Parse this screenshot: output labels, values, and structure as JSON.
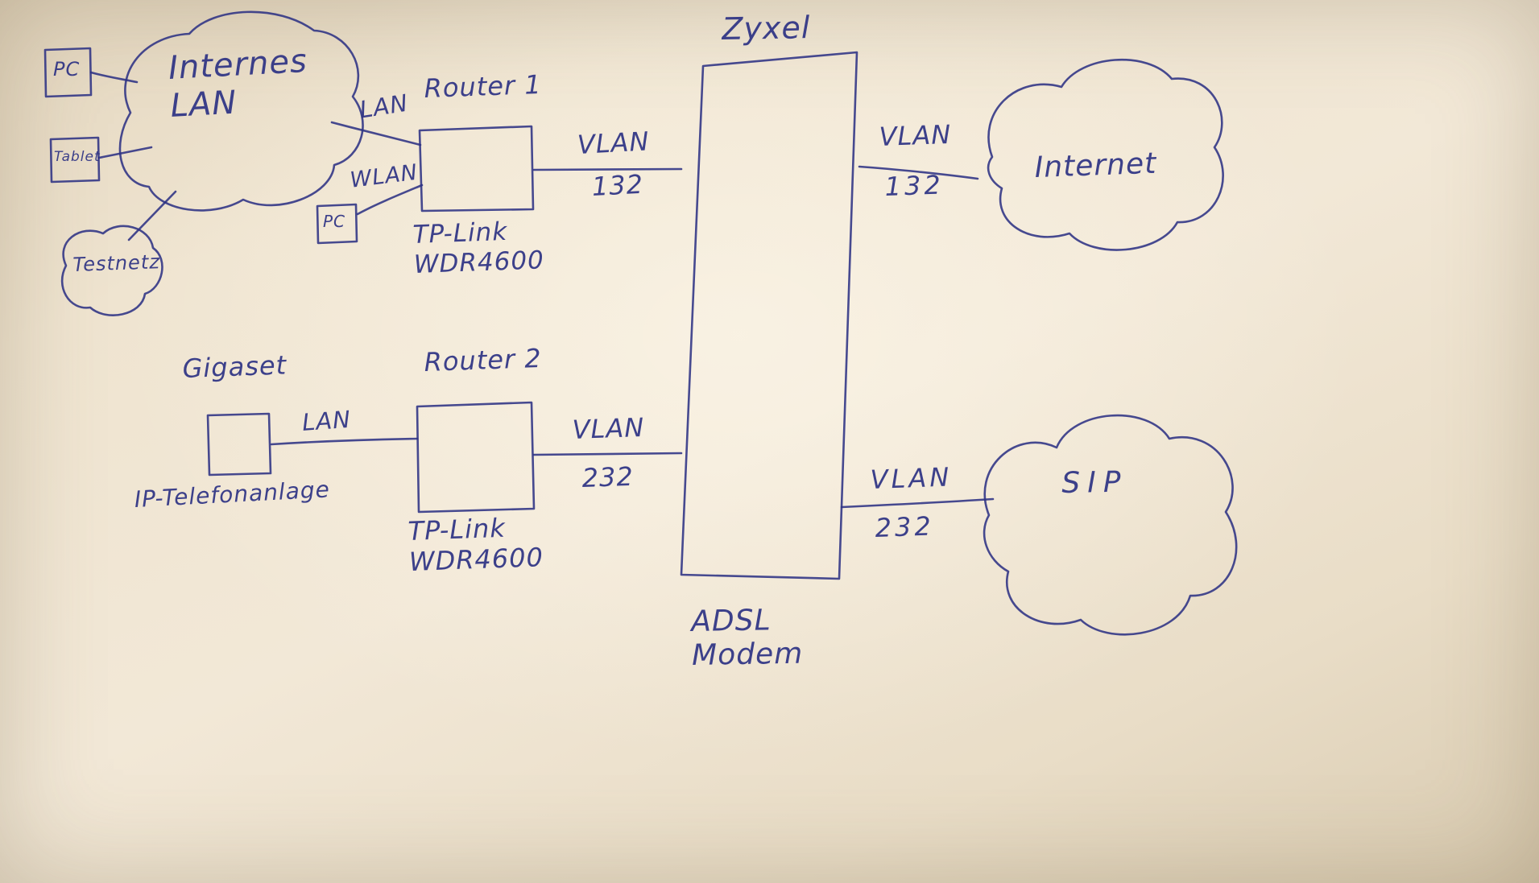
{
  "diagram": {
    "kind": "hand-drawn network diagram",
    "ink_color": "#2d3284",
    "paper_color": "#ede2cd",
    "nodes": {
      "pc1": {
        "label": "PC"
      },
      "internes_lan": {
        "label": "Internes\nLAN"
      },
      "tablet": {
        "label": "Tablet"
      },
      "testnetz": {
        "label": "Testnetz"
      },
      "pc2": {
        "label": "PC"
      },
      "router1": {
        "title": "Router 1",
        "model": "TP-Link\nWDR4600"
      },
      "router2": {
        "title": "Router 2",
        "model": "TP-Link\nWDR4600"
      },
      "gigaset": {
        "title": "Gigaset",
        "subtitle": "IP-Telefonanlage"
      },
      "zyxel": {
        "title": "Zyxel",
        "subtitle": "ADSL\nModem"
      },
      "internet": {
        "label": "Internet"
      },
      "sip": {
        "label": "SIP"
      }
    },
    "links": {
      "lan1": {
        "label": "LAN"
      },
      "wlan": {
        "label": "WLAN"
      },
      "lan2": {
        "label": "LAN"
      },
      "vlan132_left": {
        "name": "VLAN",
        "id": "132"
      },
      "vlan132_right": {
        "name": "VLAN",
        "id": "132"
      },
      "vlan232_left": {
        "name": "VLAN",
        "id": "232"
      },
      "vlan232_right": {
        "name": "VLAN",
        "id": "232"
      }
    }
  }
}
